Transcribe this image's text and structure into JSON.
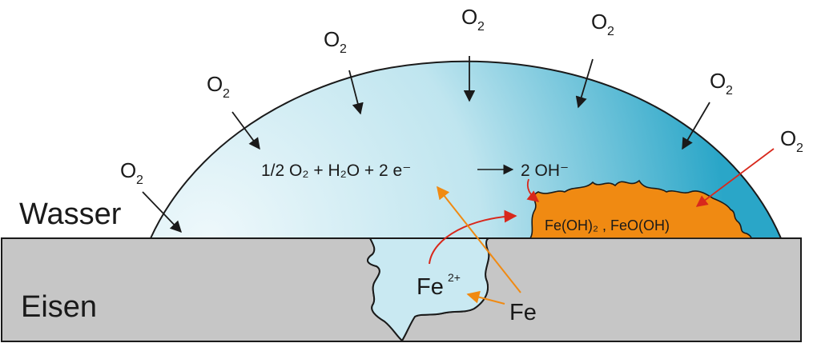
{
  "labels": {
    "water": "Wasser",
    "iron": "Eisen",
    "o2": "O",
    "o2_sub": "2",
    "rust": "Fe(OH)₂ , FeO(OH)",
    "fe2plus": "Fe",
    "fe2plus_sup": "2+",
    "fe": "Fe"
  },
  "reaction": {
    "left": "1/2 O₂ +  H₂O  + 2 e⁻",
    "right": "2 OH⁻"
  },
  "colors": {
    "droplet_light": "#eef8fb",
    "droplet_dark": "#2aa6c8",
    "iron": "#c6c6c6",
    "rust": "#f08a12",
    "arrow_red": "#d8281c",
    "arrow_orange": "#f08a12",
    "line": "#1a1a1a"
  }
}
